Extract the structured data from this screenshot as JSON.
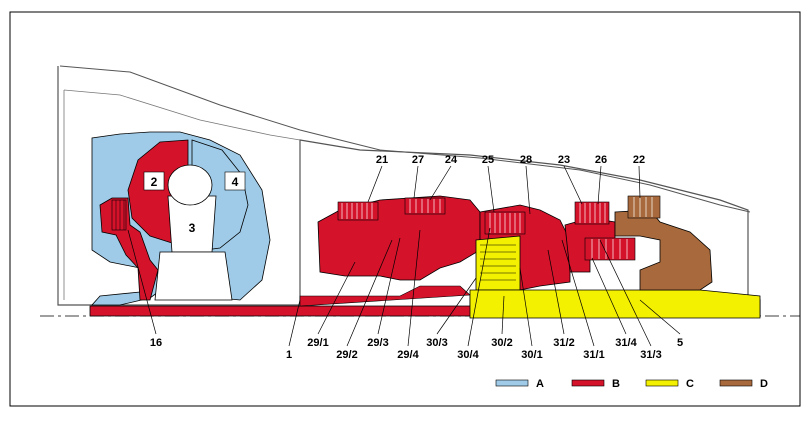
{
  "colors": {
    "A": "#9fcbe8",
    "B": "#d4122a",
    "C": "#f3f000",
    "D": "#a86a3c",
    "housing": "#ffffff",
    "line": "#000000"
  },
  "section_labels": {
    "s2": "2",
    "s3": "3",
    "s4": "4"
  },
  "labels": {
    "l21": "21",
    "l27": "27",
    "l24": "24",
    "l25": "25",
    "l28": "28",
    "l23": "23",
    "l26": "26",
    "l22": "22",
    "l16": "16",
    "l1": "1",
    "l29_1": "29/1",
    "l29_2": "29/2",
    "l29_3": "29/3",
    "l29_4": "29/4",
    "l30_3": "30/3",
    "l30_4": "30/4",
    "l30_2": "30/2",
    "l30_1": "30/1",
    "l31_2": "31/2",
    "l31_1": "31/1",
    "l31_4": "31/4",
    "l31_3": "31/3",
    "l5": "5"
  },
  "legend": [
    {
      "key": "A",
      "label": "A"
    },
    {
      "key": "B",
      "label": "B"
    },
    {
      "key": "C",
      "label": "C"
    },
    {
      "key": "D",
      "label": "D"
    }
  ]
}
